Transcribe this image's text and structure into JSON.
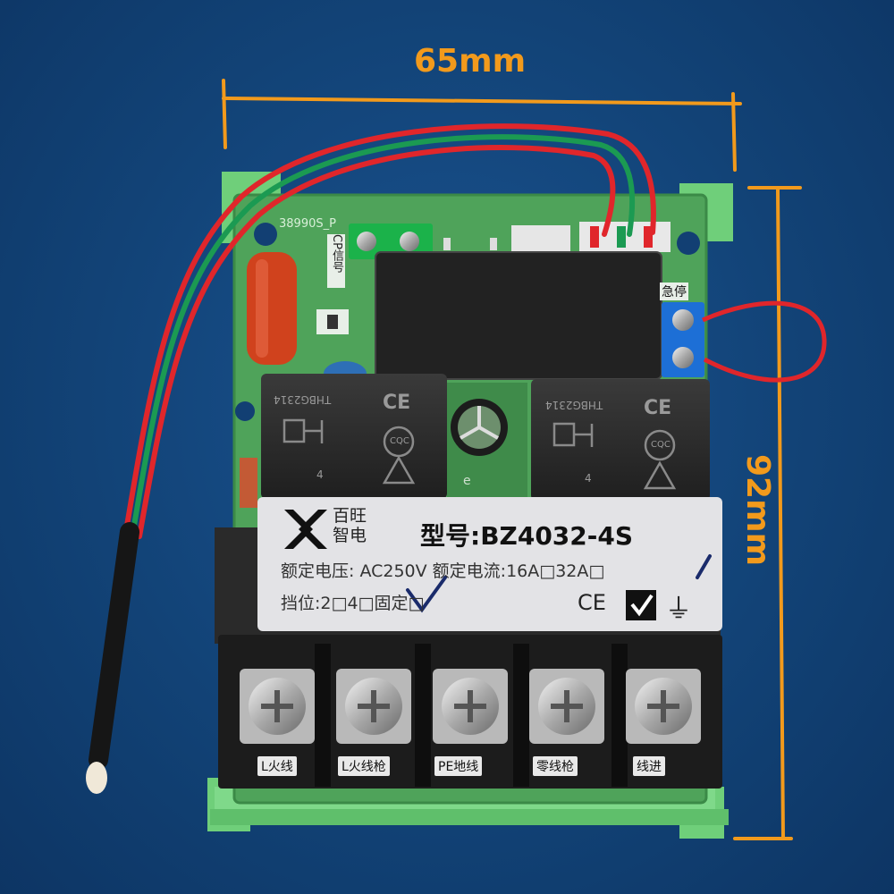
{
  "dimensions": {
    "width_label": "65mm",
    "height_label": "92mm"
  },
  "pcb": {
    "code": "38990S_P",
    "cp_label": "CP信号",
    "estop_label": "急停"
  },
  "relays": [
    {
      "model": "THBG2314",
      "mark": "CE",
      "cert": "CQC",
      "pin": "4"
    },
    {
      "model": "THBG2314",
      "mark": "CE",
      "cert": "CQC",
      "pin": "4"
    }
  ],
  "capacitor_label": "e",
  "nameplate": {
    "brand_line1": "百旺",
    "brand_line2": "智电",
    "model_label": "型号:BZ4032-4S",
    "rating_line": "额定电压: AC250V 额定电流:16A□32A□",
    "position_line": "挡位:2□4□固定□",
    "ce": "CE",
    "check": "✓",
    "ground": "⏚"
  },
  "terminals": [
    {
      "label": "L火线"
    },
    {
      "label": "L火线枪"
    },
    {
      "label": "PE地线"
    },
    {
      "label": "零线枪"
    },
    {
      "label": "线进"
    }
  ],
  "colors": {
    "pcb": "#4fa35a",
    "rail": "#6fcf7a",
    "relay": "#2b2b2b",
    "terminal_block": "#1c1c1c",
    "dimension": "#f29a1c",
    "wire_red": "#e0262b",
    "wire_green": "#1b9a52"
  }
}
